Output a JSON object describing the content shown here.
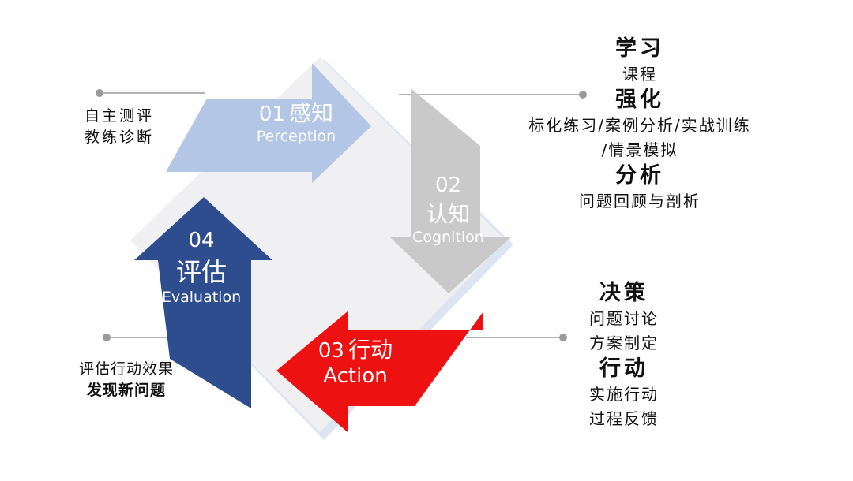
{
  "steps": [
    {
      "num": "01",
      "cn": "感知",
      "en": "Perception",
      "color": "#b3c6e6"
    },
    {
      "num": "02",
      "cn": "认知",
      "en": "Cognition",
      "color": "#c9c9c9"
    },
    {
      "num": "03",
      "cn": "行动",
      "en": "Action",
      "color": "#ee1111"
    },
    {
      "num": "04",
      "cn": "评估",
      "en": "Evaluation",
      "color": "#2e4d8e"
    }
  ],
  "left_top": {
    "line1": "自主测评",
    "line2": "教练诊断"
  },
  "left_bottom": {
    "line1": "评估行动效果",
    "line2": "发现新问题"
  },
  "right_top": {
    "h1": "学习",
    "s1": "课程",
    "h2": "强化",
    "s2a": "标化练习/案例分析/实战训练",
    "s2b": "/情景模拟",
    "h3": "分析",
    "s3": "问题回顾与剖析"
  },
  "right_bottom": {
    "h1": "决策",
    "s1a": "问题讨论",
    "s1b": "方案制定",
    "h2": "行动",
    "s2a": "实施行动",
    "s2b": "过程反馈"
  },
  "colors": {
    "panel": "#f0f0f2",
    "panel_edge": "#dde4f2",
    "connector": "#9a9a9a",
    "text": "#111111"
  }
}
